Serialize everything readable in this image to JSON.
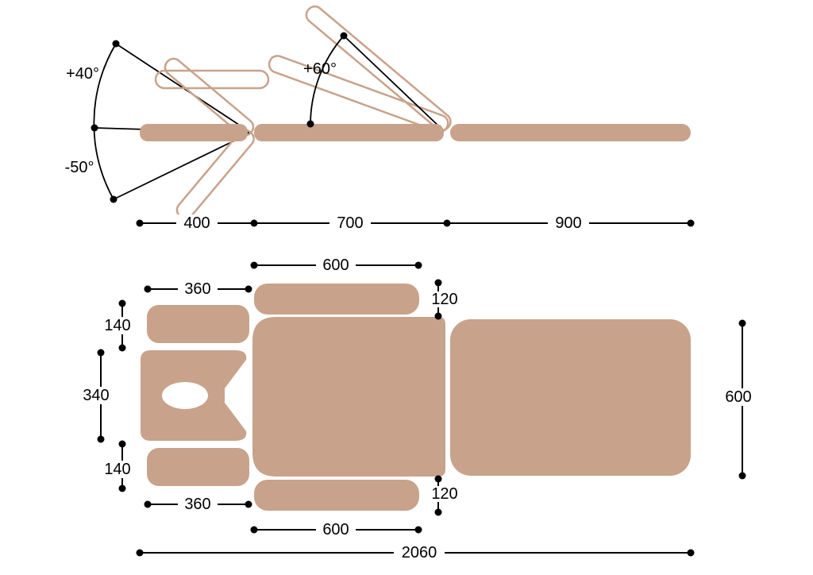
{
  "colors": {
    "upholstery": "#C8A28B",
    "annotation": "#000000",
    "background": "#FFFFFF"
  },
  "side_view": {
    "angle_head_up": "+40°",
    "angle_head_down": "-50°",
    "angle_backrest_up": "+60°",
    "dim_head_section": "400",
    "dim_backrest_section": "700",
    "dim_leg_section": "900"
  },
  "top_view": {
    "dim_armrest_top_length": "600",
    "dim_headrest_top_width": "360",
    "dim_armrest_top_width": "120",
    "dim_shoulder_pad_top": "140",
    "dim_headrest_height": "340",
    "dim_shoulder_pad_bottom": "140",
    "dim_headrest_bottom_width": "360",
    "dim_armrest_bottom_width": "120",
    "dim_armrest_bottom_length": "600",
    "dim_table_width": "600",
    "dim_total_length": "2060"
  }
}
